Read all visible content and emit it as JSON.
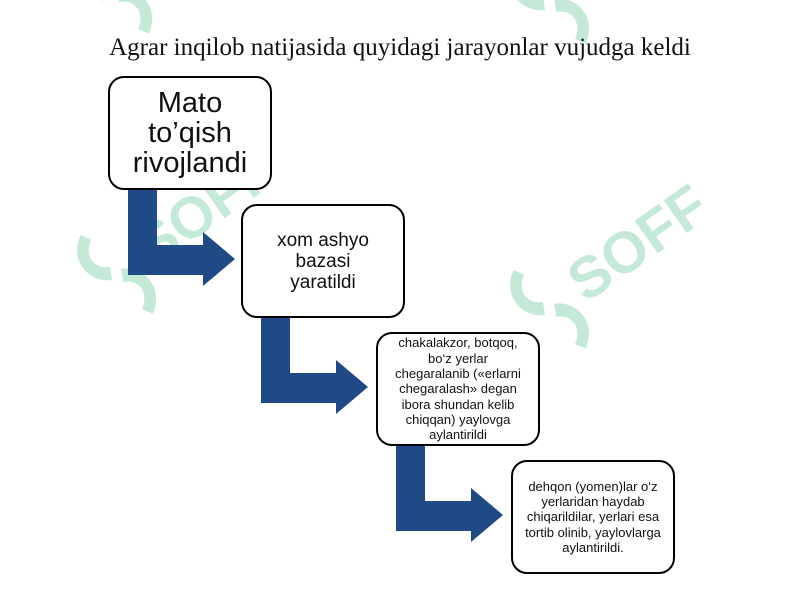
{
  "title": "Agrar inqilob natijasida quyidagi jarayonlar vujudga keldi",
  "steps": [
    {
      "text": "Mato to’qish rivojlandi"
    },
    {
      "text": "xom ashyo bazasi yaratildi"
    },
    {
      "text": "chakalakzor, botqoq, bo‘z yerlar chegaralanib («erlarni chegaralash» degan ibora shundan kelib chiqqan) yaylovga aylantirildi"
    },
    {
      "text": "dehqon (yomen)lar o‘z yerlaridan haydab chiqarildilar, yerlari esa tortib olinib, yaylovlarga aylantirildi."
    }
  ],
  "colors": {
    "arrow": "#1f4a86",
    "box_border": "#000000",
    "watermark": "#c4ead7"
  },
  "watermark": {
    "text": "SOFF"
  }
}
